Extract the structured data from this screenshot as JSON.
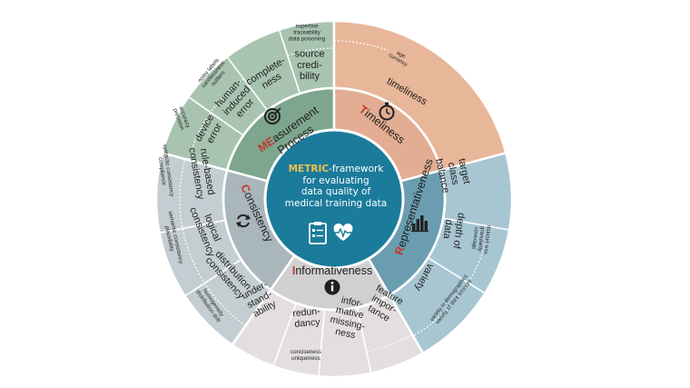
{
  "center": {
    "title_highlight": "METRIC",
    "title_rest": "-framework",
    "lines": [
      "for evaluating",
      "data quality of",
      "medical training data"
    ]
  },
  "colors": {
    "center": "#1b7b9a",
    "measurement": "#7ea58e",
    "measurement_outer": "#a8c4b1",
    "timeliness": "#e3ad93",
    "timeliness_outer": "#e8b699",
    "representativeness": "#6b9db1",
    "representativeness_outer": "#a7c6d2",
    "informativeness": "#d2cfd0",
    "informativeness_outer": "#e3dfe0",
    "consistency": "#a9b6bc",
    "consistency_outer": "#c4cdd1",
    "accent": "#c0392b"
  },
  "dimensions": [
    {
      "key": "measurement",
      "initial": "ME",
      "rest": "asurement",
      "line2": "Process",
      "icon": "target-icon"
    },
    {
      "key": "timeliness",
      "initial": "T",
      "rest": "imeliness",
      "icon": "stopwatch-icon"
    },
    {
      "key": "representativeness",
      "initial": "R",
      "rest": "epresentativeness",
      "icon": "bar-chart-icon"
    },
    {
      "key": "informativeness",
      "initial": "I",
      "rest": "nformativeness",
      "icon": "info-icon"
    },
    {
      "key": "consistency",
      "initial": "C",
      "rest": "onsistency",
      "icon": "sync-icon"
    }
  ],
  "clusters": {
    "device_error": [
      "device",
      "error"
    ],
    "human_error": [
      "human-",
      "induced",
      "error"
    ],
    "completeness": [
      "complete-",
      "ness"
    ],
    "source_credibility": [
      "source",
      "credi-",
      "bility"
    ],
    "timeliness": [
      "timeliness"
    ],
    "target_class_balance": [
      "target",
      "class",
      "balance"
    ],
    "depth_of_data": [
      "depth of",
      "data"
    ],
    "variety": [
      "variety"
    ],
    "feature_importance": [
      "feature",
      "impor-",
      "tance"
    ],
    "informative_missingness": [
      "infor-",
      "mative",
      "missing-",
      "ness"
    ],
    "redundancy": [
      "redun-",
      "dancy"
    ],
    "understandability": [
      "under-",
      "stand-",
      "ability"
    ],
    "distribution_consistency": [
      "distribution",
      "consistency"
    ],
    "logical_consistency": [
      "logical",
      "consistency"
    ],
    "rule_based_consistency": [
      "rule-based",
      "consistency"
    ]
  },
  "properties": {
    "device_error": [
      "accuracy",
      "precision"
    ],
    "human_error": [
      "noisy labels",
      "carelessness",
      "outliers"
    ],
    "source_credibility": [
      "expertise",
      "traceability",
      "data poisoning"
    ],
    "timeliness": [
      "age",
      "currency"
    ],
    "depth_of_data": [
      "dataset size",
      "granularity",
      "coverage"
    ],
    "variety": [
      "variety in demographics",
      "variety of data sources"
    ],
    "redundancy": [
      "conciseness",
      "uniqueness"
    ],
    "distribution_consistency": [
      "homogeneity",
      "distribution drift"
    ],
    "logical_consistency": [
      "semantic consistency",
      "plausibility"
    ],
    "rule_based_consistency": [
      "syntactic consistency",
      "compliance"
    ]
  }
}
